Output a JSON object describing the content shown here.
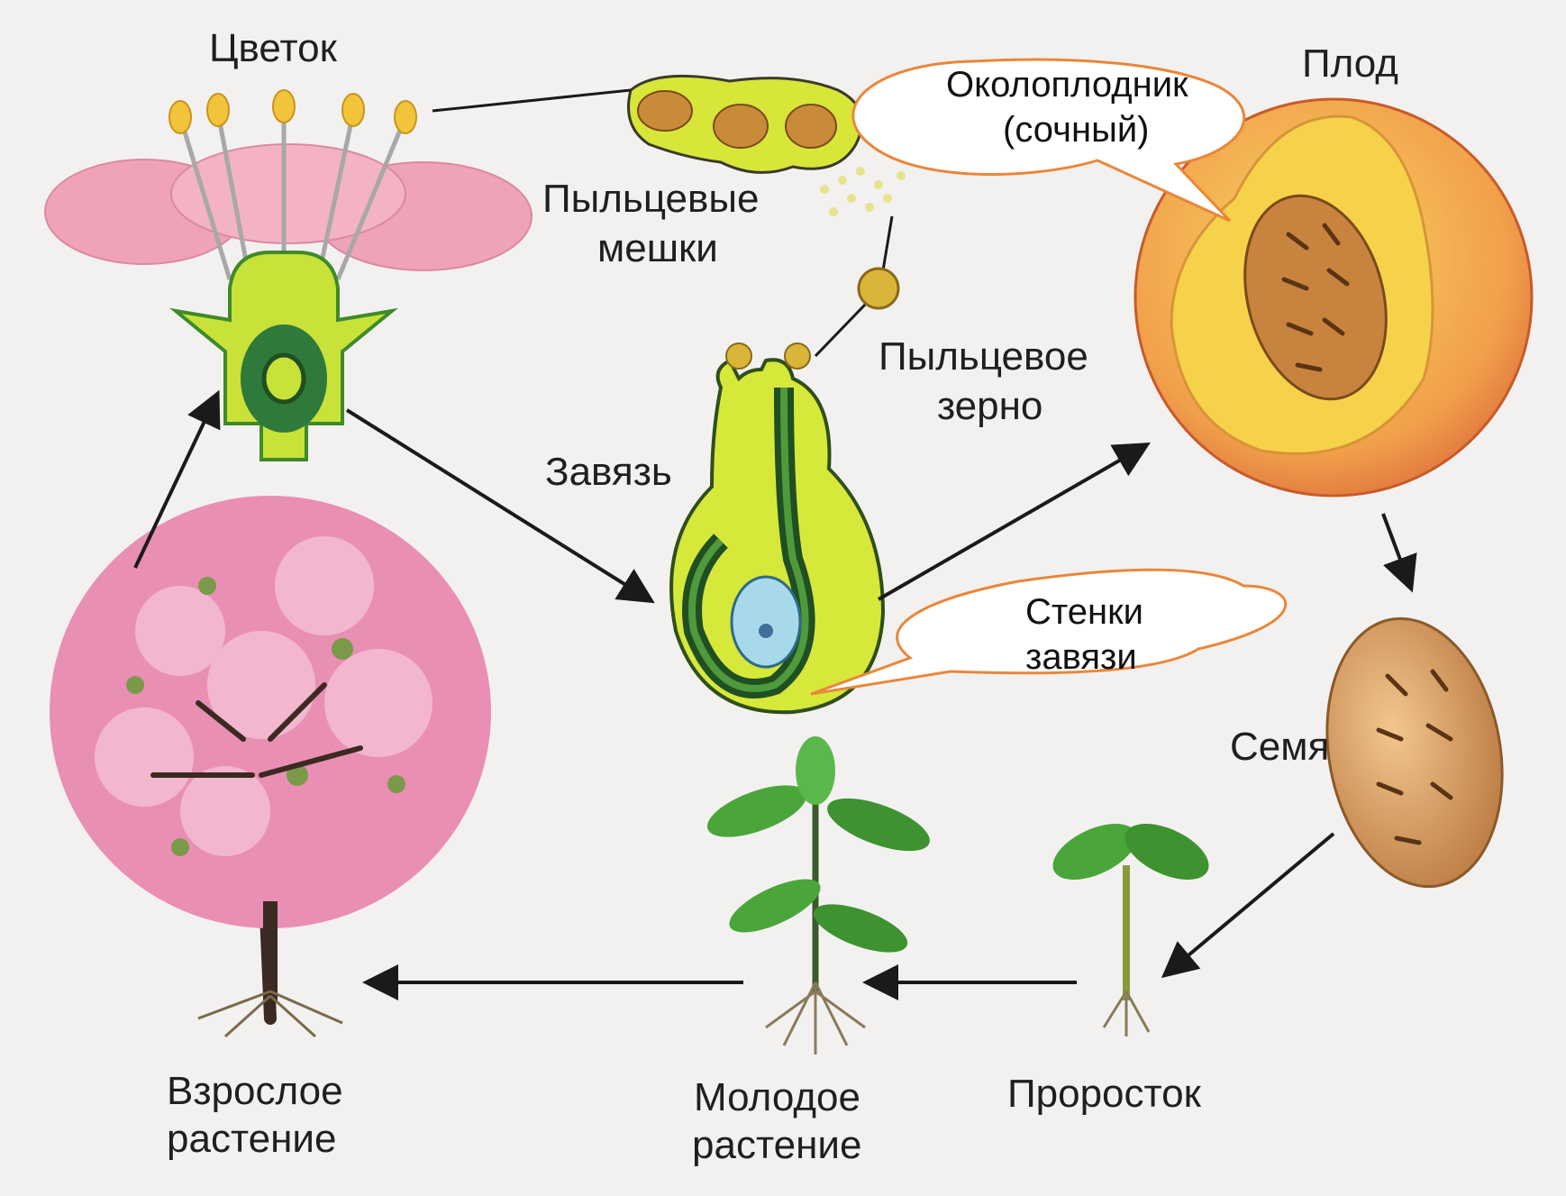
{
  "labels": {
    "flower": "Цветок",
    "pollen_sacs_line1": "Пыльцевые",
    "pollen_sacs_line2": "мешки",
    "pollen_grain_line1": "Пыльцевое",
    "pollen_grain_line2": "зерно",
    "ovary": "Завязь",
    "fruit": "Плод",
    "seed": "Семя",
    "sprout": "Проросток",
    "young_plant_line1": "Молодое",
    "young_plant_line2": "растение",
    "adult_plant_line1": "Взрослое",
    "adult_plant_line2": "растение"
  },
  "callouts": {
    "pericarp_line1": "Околоплодник",
    "pericarp_line2": "(сочный)",
    "ovary_walls_line1": "Стенки",
    "ovary_walls_line2": "завязи"
  },
  "colors": {
    "callout_stroke": "#e9873a",
    "arrow": "#1a1a1a",
    "petal": "#f0a2b8",
    "pistil": "#d6e83a",
    "fruit_skin": "#ea8a3c",
    "fruit_flesh": "#f6d24a",
    "seed": "#c98f4f",
    "leaf": "#4aa63a",
    "blossom": "#e98fb4",
    "trunk": "#3a2a22"
  }
}
